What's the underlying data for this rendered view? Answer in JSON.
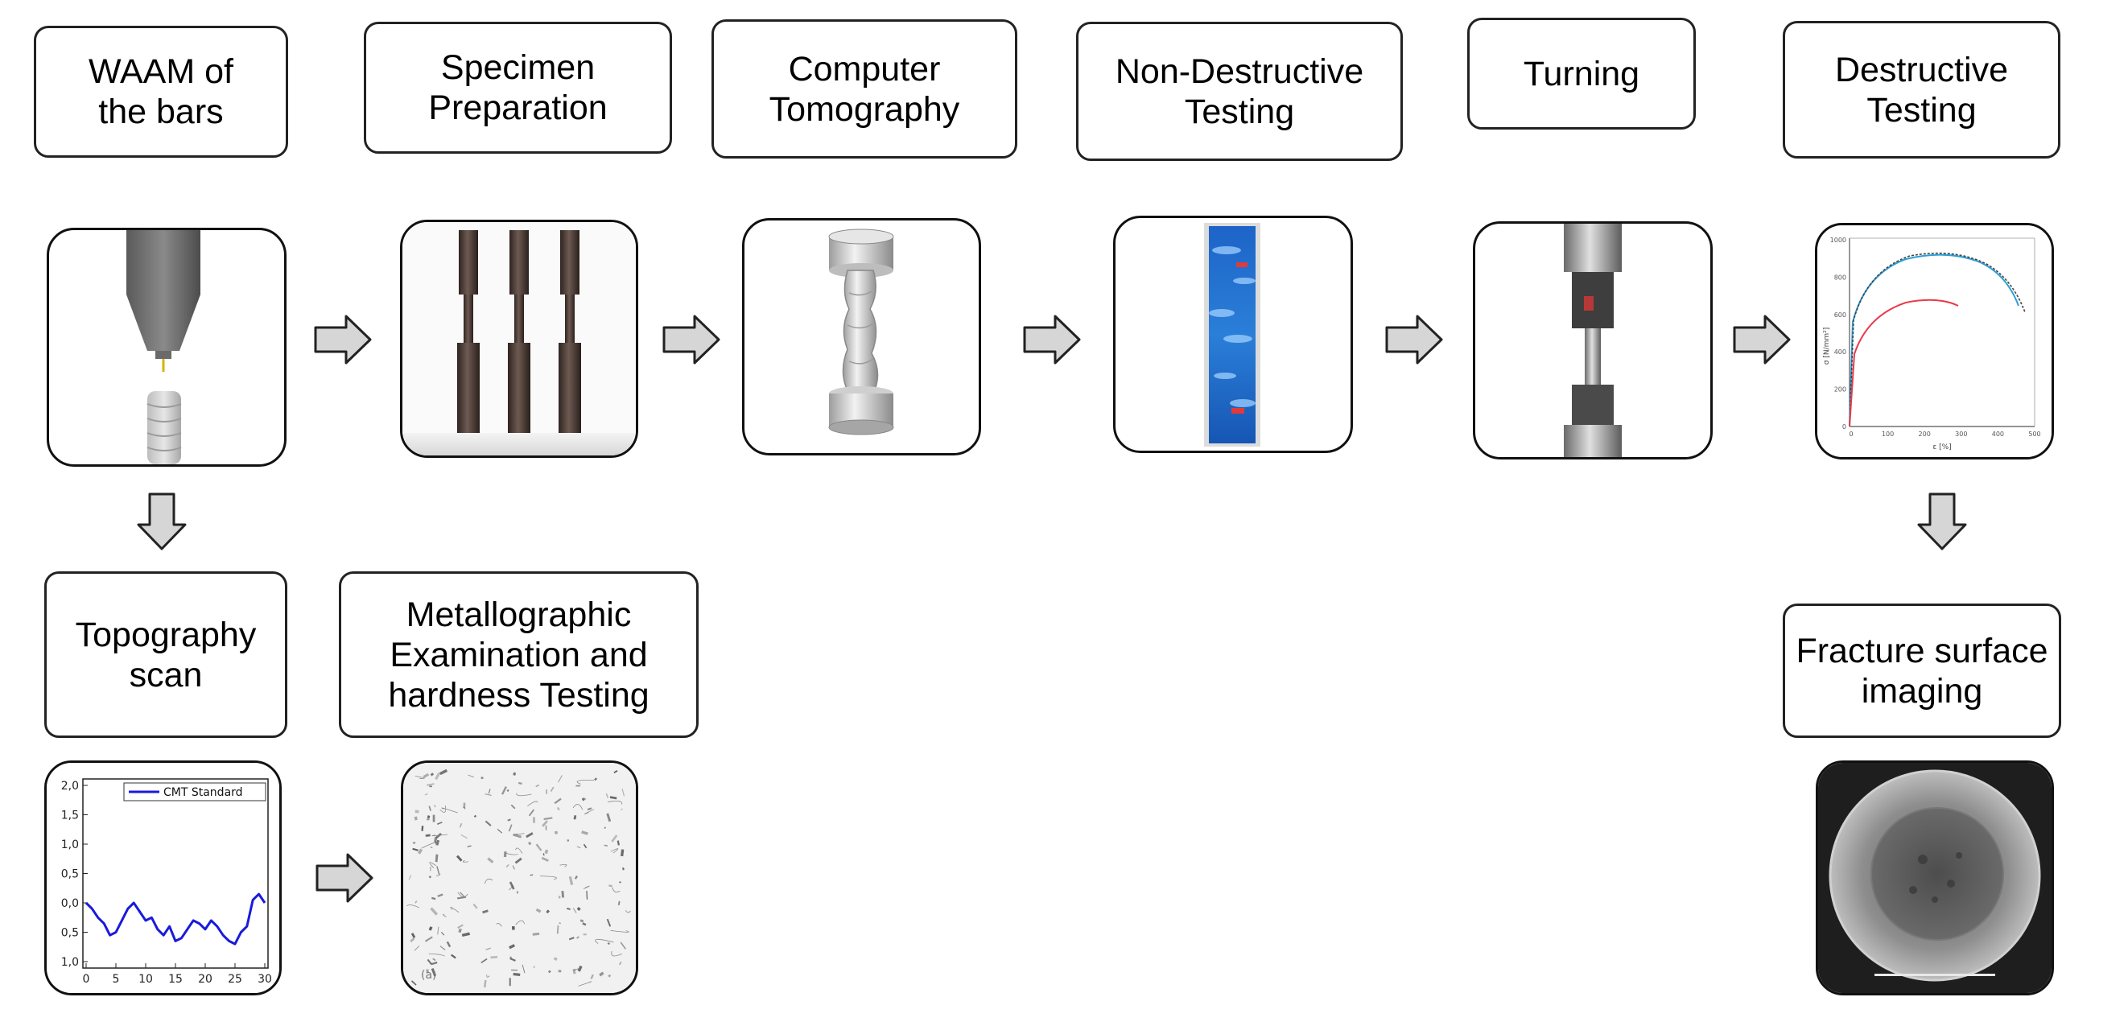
{
  "steps": {
    "waam": "WAAM of\nthe bars",
    "specimen": "Specimen\nPreparation",
    "ct": "Computer\nTomography",
    "ndt": "Non-Destructive\nTesting",
    "turning": "Turning",
    "destructive": "Destructive\nTesting",
    "topography": "Topography\nscan",
    "metallographic": "Metallographic\nExamination and\nhardness Testing",
    "fracture": "Fracture surface\nimaging"
  },
  "topography_plot": {
    "legend": "CMT Standard",
    "y_ticks": [
      "2,0",
      "1,5",
      "1,0",
      "0,5",
      "0,0",
      "0,5",
      "1,0"
    ],
    "x_ticks": [
      "0",
      "5",
      "10",
      "15",
      "20",
      "25",
      "30"
    ],
    "series_color": "#1a1adb",
    "x": [
      0,
      1,
      2,
      3,
      4,
      5,
      6,
      7,
      8,
      9,
      10,
      11,
      12,
      13,
      14,
      15,
      16,
      17,
      18,
      19,
      20,
      21,
      22,
      23,
      24,
      25,
      26,
      27,
      28,
      29,
      30
    ],
    "y": [
      0.0,
      -0.1,
      -0.25,
      -0.35,
      -0.55,
      -0.5,
      -0.3,
      -0.1,
      0.0,
      -0.15,
      -0.3,
      -0.25,
      -0.45,
      -0.55,
      -0.4,
      -0.65,
      -0.6,
      -0.45,
      -0.3,
      -0.35,
      -0.45,
      -0.3,
      -0.4,
      -0.55,
      -0.65,
      -0.7,
      -0.5,
      -0.4,
      0.05,
      0.15,
      0.0
    ]
  },
  "stress_strain": {
    "y_axis_label": "σ [N/mm²]",
    "x_axis_label": "ε [%]",
    "y_ticks": [
      "1000",
      "800",
      "600",
      "400",
      "200",
      "0"
    ],
    "x_ticks": [
      "0",
      "100",
      "200",
      "300",
      "400",
      "500"
    ],
    "series_colors": [
      "#2a9fd6",
      "#444444",
      "#e83a4a"
    ]
  },
  "colors": {
    "arrow_fill": "#d6d6d6",
    "border": "#222222",
    "ndt_blue": "#1d64c8"
  }
}
